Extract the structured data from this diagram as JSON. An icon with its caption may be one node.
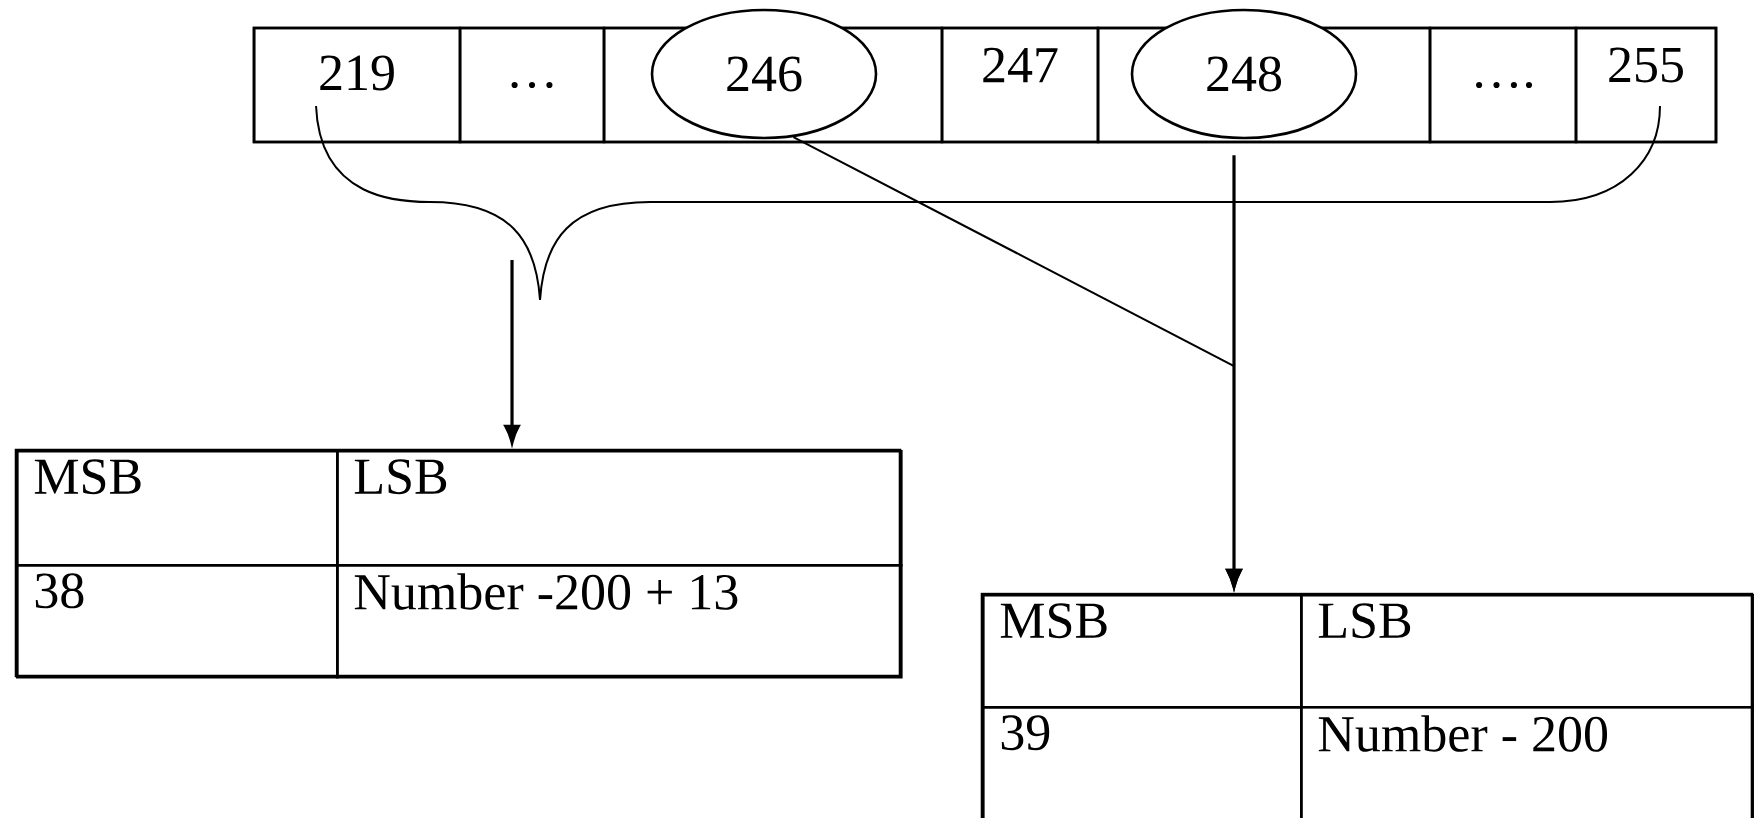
{
  "diagram": {
    "nodes": [
      {
        "text": [],
        "shape": "box"
      },
      {
        "text": [
          "219"
        ],
        "in": 0
      },
      {
        "text": [
          "…"
        ],
        "in": 0
      },
      {
        "text": [],
        "shape": "box",
        "in": 0
      },
      {
        "text": [
          "246"
        ]
      },
      {
        "text": [
          "247"
        ],
        "in": 0
      },
      {
        "text": [],
        "shape": "box",
        "in": 0
      },
      {
        "text": [
          "248"
        ]
      },
      {
        "text": [
          "…."
        ],
        "in": 0
      },
      {
        "text": [
          "255"
        ],
        "in": 0
      },
      {
        "text": [],
        "shape": "box"
      },
      {
        "text": [
          "MSB"
        ],
        "in": 10
      },
      {
        "text": [
          "LSB"
        ],
        "in": 10
      },
      {
        "text": [
          "38"
        ],
        "in": 10
      },
      {
        "text": [
          "Number -200 + 13"
        ],
        "in": 10
      },
      {
        "text": [],
        "shape": "box"
      },
      {
        "text": [
          "MSB"
        ],
        "in": 15
      },
      {
        "text": [
          "LSB"
        ],
        "in": 15
      },
      {
        "text": [
          "39"
        ],
        "in": 15
      },
      {
        "text": [
          "Number - 200"
        ],
        "in": 15
      }
    ],
    "edges": [
      {
        "from": null,
        "to": 10,
        "arrow": "to"
      },
      {
        "from": 4,
        "to": 15,
        "arrow": "to"
      },
      {
        "from": 7,
        "to": 15,
        "arrow": "to"
      }
    ]
  }
}
